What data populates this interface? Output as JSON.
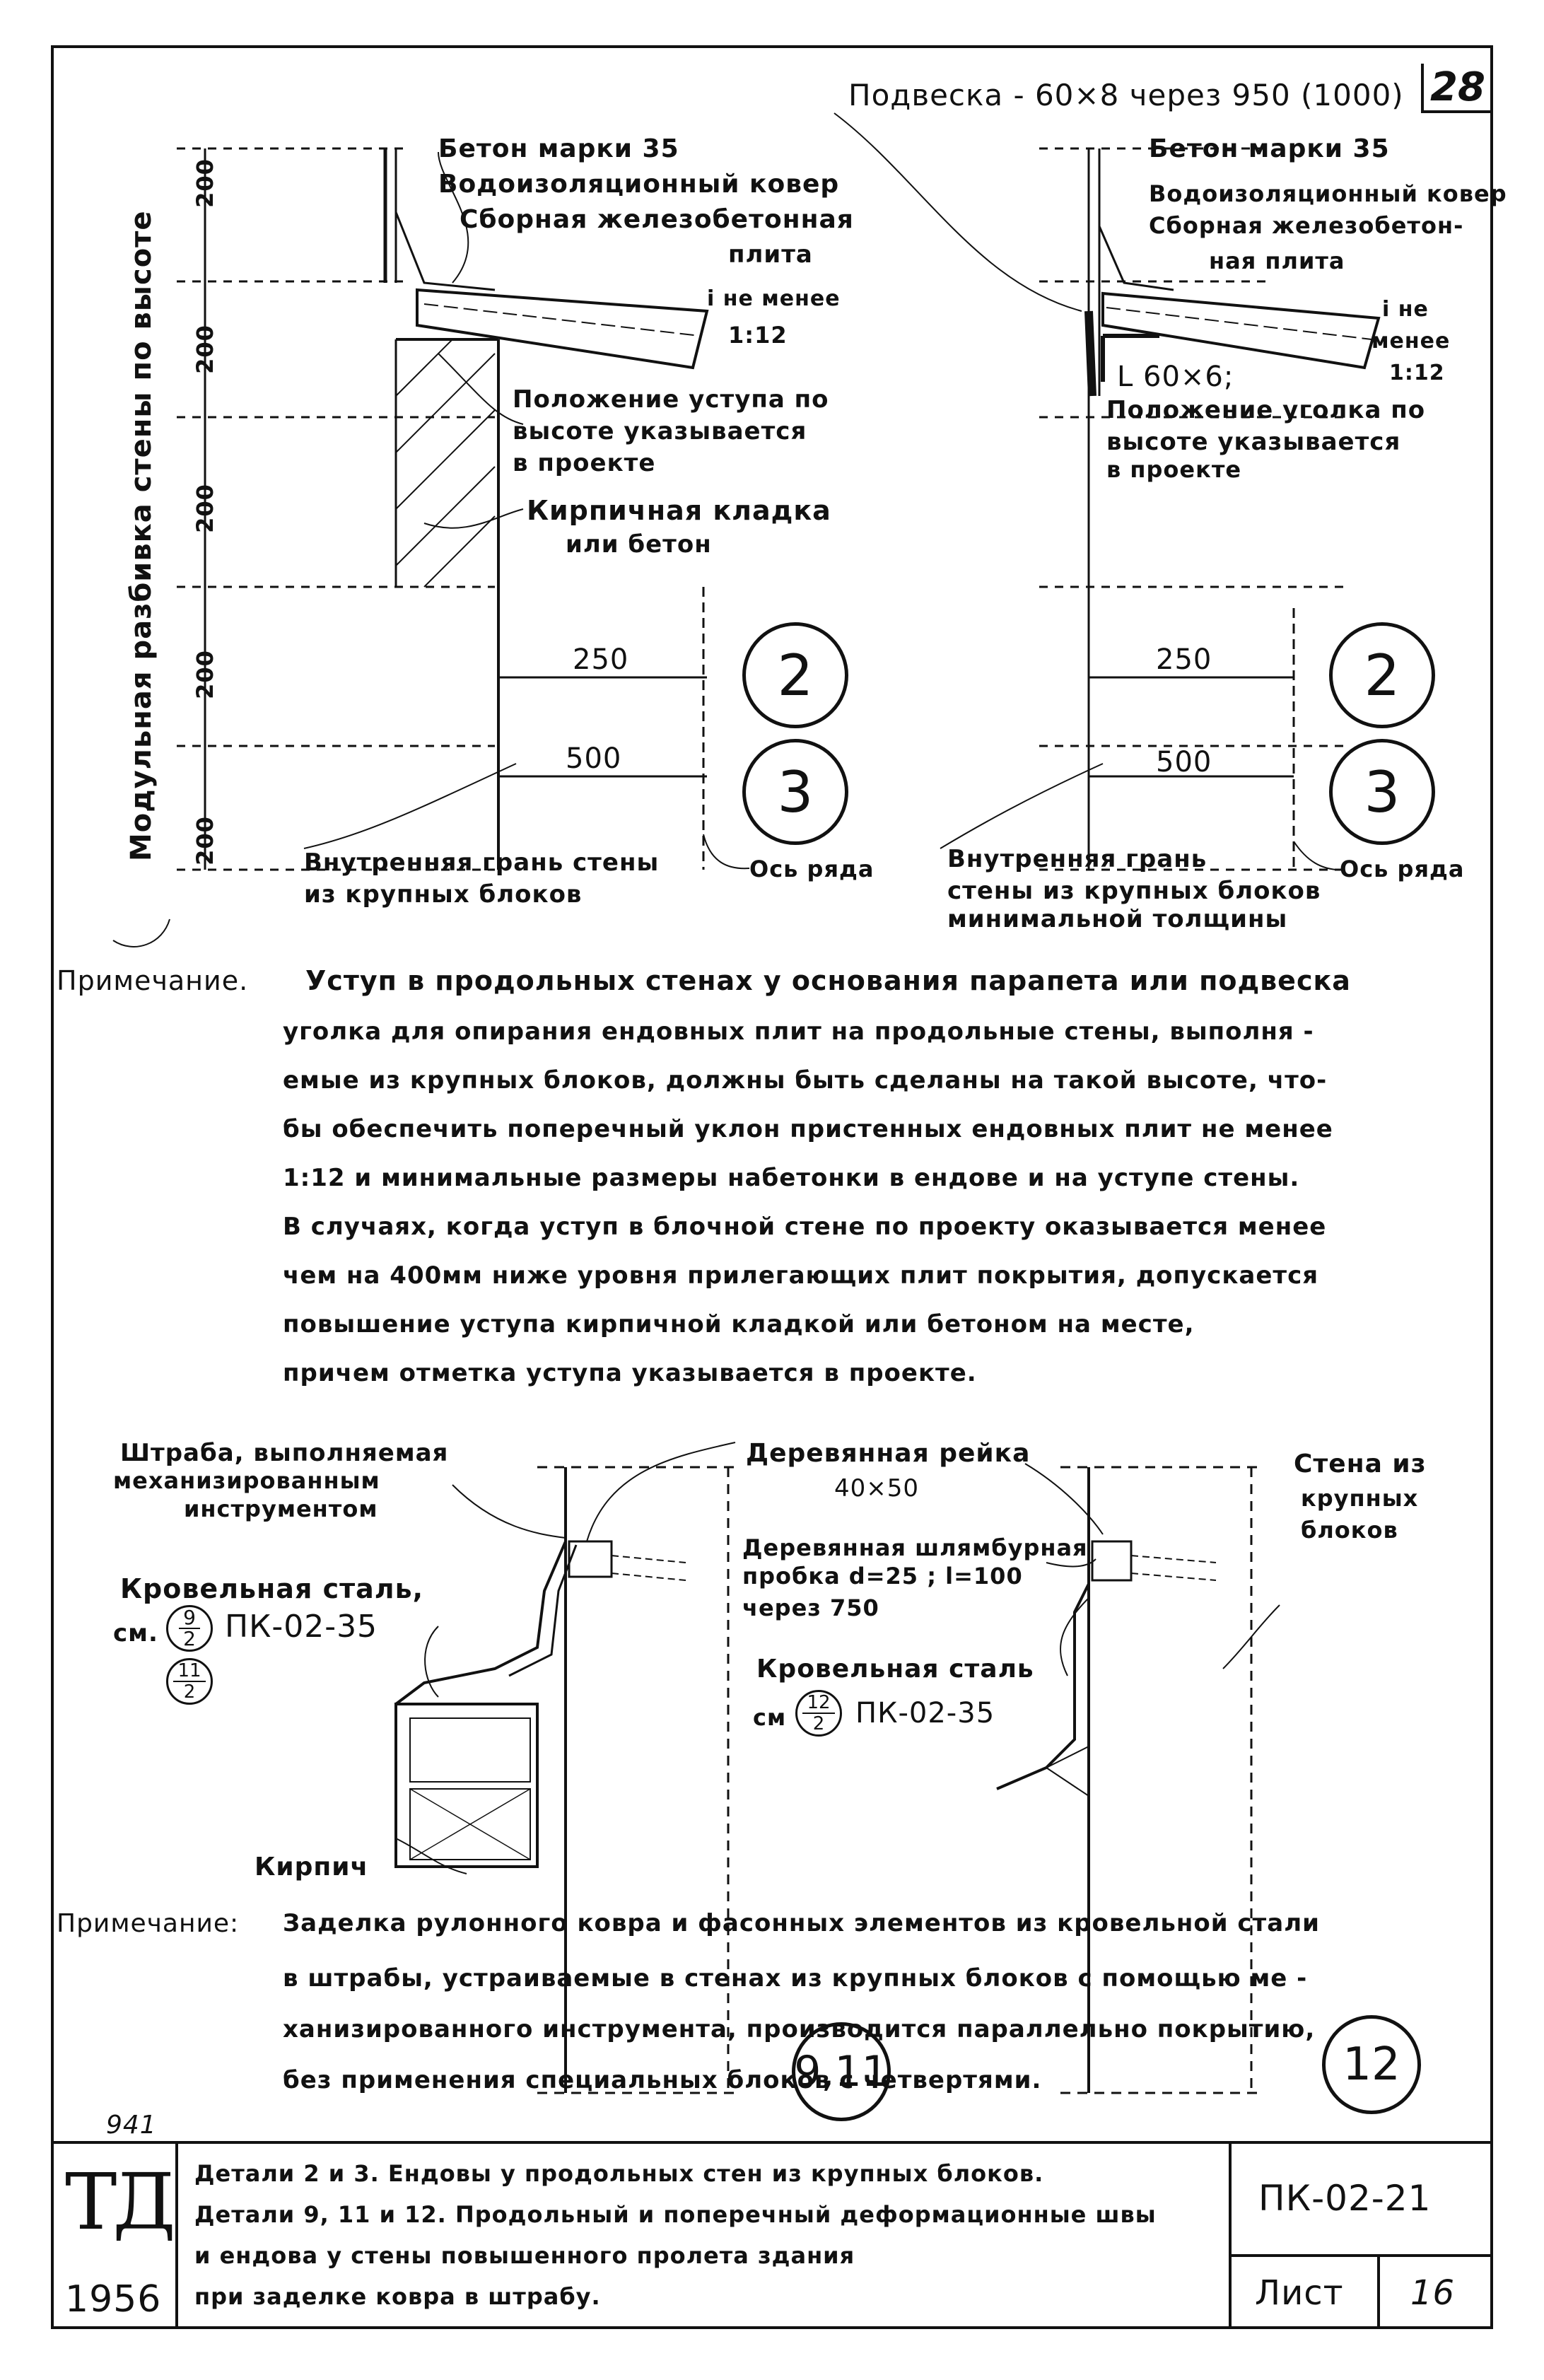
{
  "sheet_number": "28",
  "top_left": {
    "vertical_axis_label": "Модульная разбивка стены по высоте",
    "height_dims": [
      "200",
      "200",
      "200",
      "200",
      "200"
    ],
    "label_concrete": "Бетон марки 35",
    "label_membrane": "Водоизоляционный ковер",
    "label_slab_1": "Сборная железобетонная",
    "label_slab_2": "плита",
    "label_slope_1": "i  не менее",
    "label_slope_2": "1:12",
    "label_ledge_1": "Положение уступа по",
    "label_ledge_2": "высоте указывается",
    "label_ledge_3": "в проекте",
    "label_masonry_1": "Кирпичная кладка",
    "label_masonry_2": "или бетон",
    "dim_250": "250",
    "dim_500": "500",
    "detail_a": "2",
    "detail_b": "3",
    "label_inner_face_1": "Внутренняя грань стены",
    "label_inner_face_2": "из крупных блоков",
    "label_axis": "Ось ряда"
  },
  "top_right": {
    "label_hanger": "Подвеска - 60×8 через 950 (1000)",
    "label_concrete": "Бетон марки 35",
    "label_membrane": "Водоизоляционный ковер",
    "label_slab_1": "Сборная железобетон-",
    "label_slab_2": "ная плита",
    "label_slope_1": "i  не",
    "label_slope_2": "менее",
    "label_slope_3": "1:12",
    "label_angle": "L 60×6;",
    "label_angle_pos_1": "Положение уголка по",
    "label_angle_pos_2": "высоте указывается",
    "label_angle_pos_3": "в проекте",
    "dim_250": "250",
    "dim_500": "500",
    "detail_a": "2",
    "detail_b": "3",
    "label_inner_face_1": "Внутренняя грань",
    "label_inner_face_2": "стены из крупных блоков",
    "label_inner_face_3": "минимальной толщины",
    "label_axis": "Ось ряда"
  },
  "note_1": {
    "heading": "Примечание.",
    "line_1": "Уступ в продольных стенах у основания парапета или подвеска",
    "body": "уголка для опирания ендовных плит на продольные стены, выполня -\nемые из крупных блоков, должны быть сделаны на такой высоте, что-\nбы обеспечить поперечный уклон пристенных ендовных плит не менее\n1:12 и минимальные размеры набетонки в ендове и на уступе стены.\nВ случаях, когда уступ в блочной стене по проекту оказывается менее\nчем на 400мм ниже уровня прилегающих плит покрытия, допускается\nповышение уступа кирпичной кладкой или бетоном на месте,\nпричем отметка уступа указывается в проекте."
  },
  "bottom_left": {
    "label_groove_1": "Штраба, выполняемая",
    "label_groove_2": "механизированным",
    "label_groove_3": "инструментом",
    "label_steel_1": "Кровельная сталь,",
    "label_steel_ref": "см.",
    "ref_frac_1_top": "9",
    "ref_frac_1_bottom": "2",
    "ref_frac_2_top": "11",
    "ref_frac_2_bottom": "2",
    "ref_code": "ПК-02-35",
    "label_brick": "Кирпич",
    "detail": "9,11"
  },
  "bottom_right": {
    "label_batten_1": "Деревянная рейка",
    "label_batten_2": "40×50",
    "label_plug_1": "Деревянная шлямбурная",
    "label_plug_2": "пробка d=25 ; l=100",
    "label_plug_3": "через 750",
    "label_steel_1": "Кровельная сталь",
    "label_steel_ref": "см",
    "ref_frac_top": "12",
    "ref_frac_bottom": "2",
    "ref_code": "ПК-02-35",
    "label_wall_1": "Стена из",
    "label_wall_2": "крупных",
    "label_wall_3": "блоков",
    "detail": "12"
  },
  "note_2": {
    "heading": "Примечание:",
    "line_1": "Заделка рулонного ковра и фасонных элементов из кровельной стали",
    "body": "в штрабы, устраиваемые в стенах из крупных блоков с помощью ме -\nханизированного инструмента, производится параллельно покрытию,\nбез применения специальных блоков с четвертями."
  },
  "handwritten_number": "941",
  "title_block": {
    "logo": "ТД",
    "year": "1956",
    "title": "Детали 2 и 3. Ендовы у продольных стен из крупных блоков.\nДетали 9, 11 и 12. Продольный и поперечный деформационные швы\nи ендова у стены повышенного пролета здания\nпри заделке ковра в штрабу.",
    "code": "ПК-02-21",
    "sheet_label": "Лист",
    "sheet_value": "16"
  },
  "colors": {
    "ink": "#111111",
    "paper": "#ffffff"
  }
}
